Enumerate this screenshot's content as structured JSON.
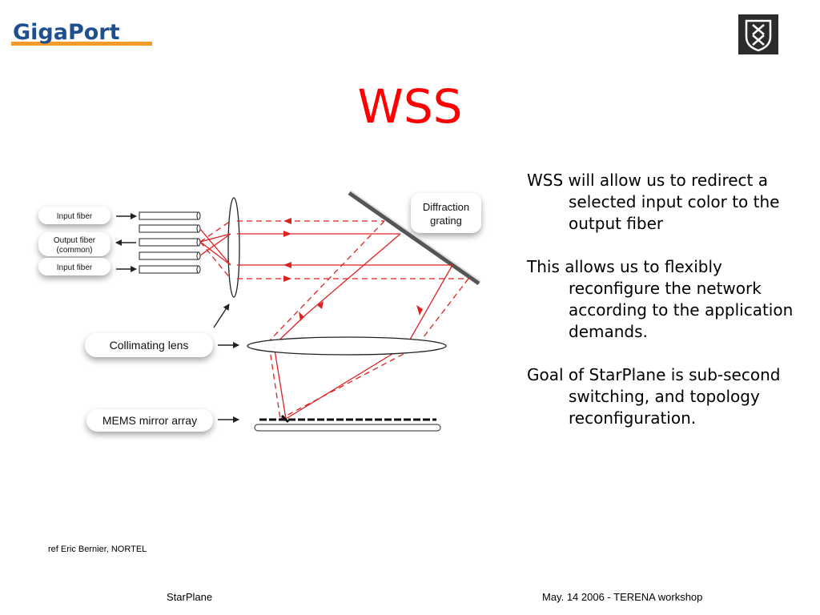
{
  "header": {
    "logo_text": "GigaPort",
    "title": "WSS"
  },
  "diagram": {
    "labels": {
      "input_fiber_1": "Input fiber",
      "output_fiber_line1": "Output fiber",
      "output_fiber_line2": "(common)",
      "input_fiber_2": "Input fiber",
      "diffraction_line1": "Diffraction",
      "diffraction_line2": "grating",
      "collimating_lens": "Collimating lens",
      "mems_mirror_array": "MEMS mirror array"
    },
    "colors": {
      "beam": "#dd2222",
      "ink": "#222222"
    }
  },
  "bullets": [
    "WSS will allow us to redirect a selected input color to the output fiber",
    "This allows us to flexibly reconfigure the network according to the application demands.",
    "Goal of StarPlane is sub-second switching, and topology reconfiguration."
  ],
  "ref": "ref  Eric Bernier, NORTEL",
  "footer": {
    "left": "StarPlane",
    "right": "May. 14 2006 - TERENA workshop"
  }
}
